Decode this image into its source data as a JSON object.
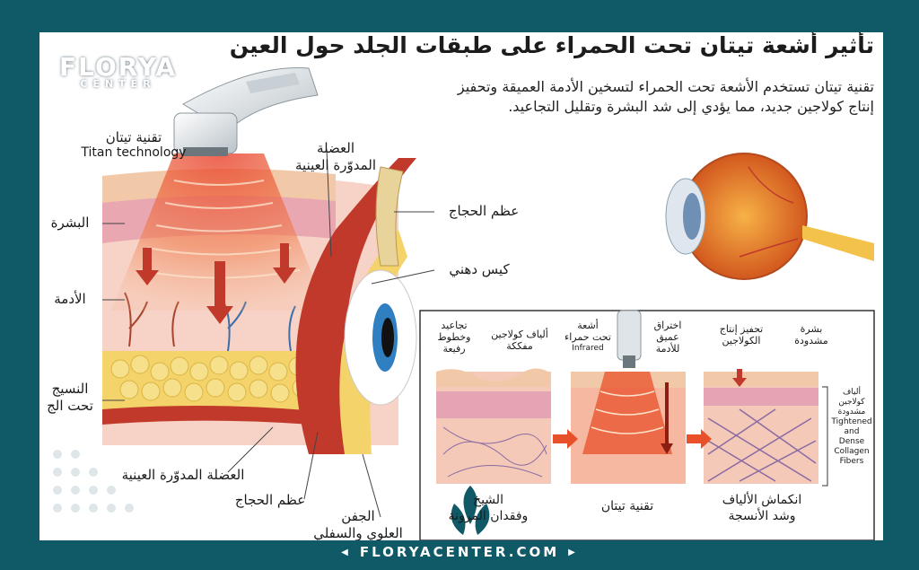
{
  "title": "تأثير أشعة تيتان تحت الحمراء على طبقات الجلد حول العين",
  "subtitle_line1": "تقنية تيتان تستخدم الأشعة تحت الحمراء لتسخين الأدمة العميقة وتحفيز",
  "subtitle_line2": "إنتاج كولاجين جديد، مما يؤدي إلى شد البشرة وتقليل التجاعيد.",
  "logo": {
    "name": "FLORYA",
    "sub": "CENTER"
  },
  "footer_site": "FLORYACENTER.COM",
  "labels": {
    "titan_ar": "تقنية تيتان",
    "titan_en": "Titan technology",
    "muscle_top_l1": "العضلة",
    "muscle_top_l2": "المدوّرة العينية",
    "orbital_bone": "عظم الحجاج",
    "fat_pad": "كيس دهني",
    "epidermis": "البشرة",
    "dermis": "الأدمة",
    "subq_l1": "النسيج",
    "subq_l2": "تحت الج",
    "muscle_bottom": "العضلة المدوّرة العينية",
    "orbital_bone_bottom": "عظم الحجاج",
    "eyelid_l1": "الجفن",
    "eyelid_l2": "العلوي والسفلي"
  },
  "inset": {
    "wrinkles_l1": "تجاعيد",
    "wrinkles_l2": "وخطوط",
    "wrinkles_l3": "رفيعة",
    "loose_l1": "ألياف كولاجين",
    "loose_l2": "مفككة",
    "infra_l1": "أشعة",
    "infra_l2": "تحت حمراء",
    "infra_en": "Infrared",
    "deep_l1": "اختراق",
    "deep_l2": "عميق",
    "deep_l3": "للأدمة",
    "stim_l1": "تحفيز إنتاج",
    "stim_l2": "الكولاجين",
    "tight_l1": "بشرة",
    "tight_l2": "مشدودة",
    "fibers_ar_l1": "ألياف",
    "fibers_ar_l2": "كولاجين",
    "fibers_ar_l3": "مشدودة",
    "fibers_en_l1": "Tightened",
    "fibers_en_l2": "and",
    "fibers_en_l3": "Dense",
    "fibers_en_l4": "Collagen",
    "fibers_en_l5": "Fibers",
    "cap1_l1": "الشيخ",
    "cap1_l2": "وفقدان المرونة",
    "cap2": "تقنية تيتان",
    "cap3_l1": "انكماش الألياف",
    "cap3_l2": "وشد الأنسجة"
  },
  "colors": {
    "frame": "#0f5a66",
    "heat": "#e8502a",
    "skin": "#f2c9a8",
    "dermis": "#f6d3c6",
    "fat": "#f3d36a",
    "muscle": "#c0392b",
    "iris": "#2f7fc1"
  }
}
